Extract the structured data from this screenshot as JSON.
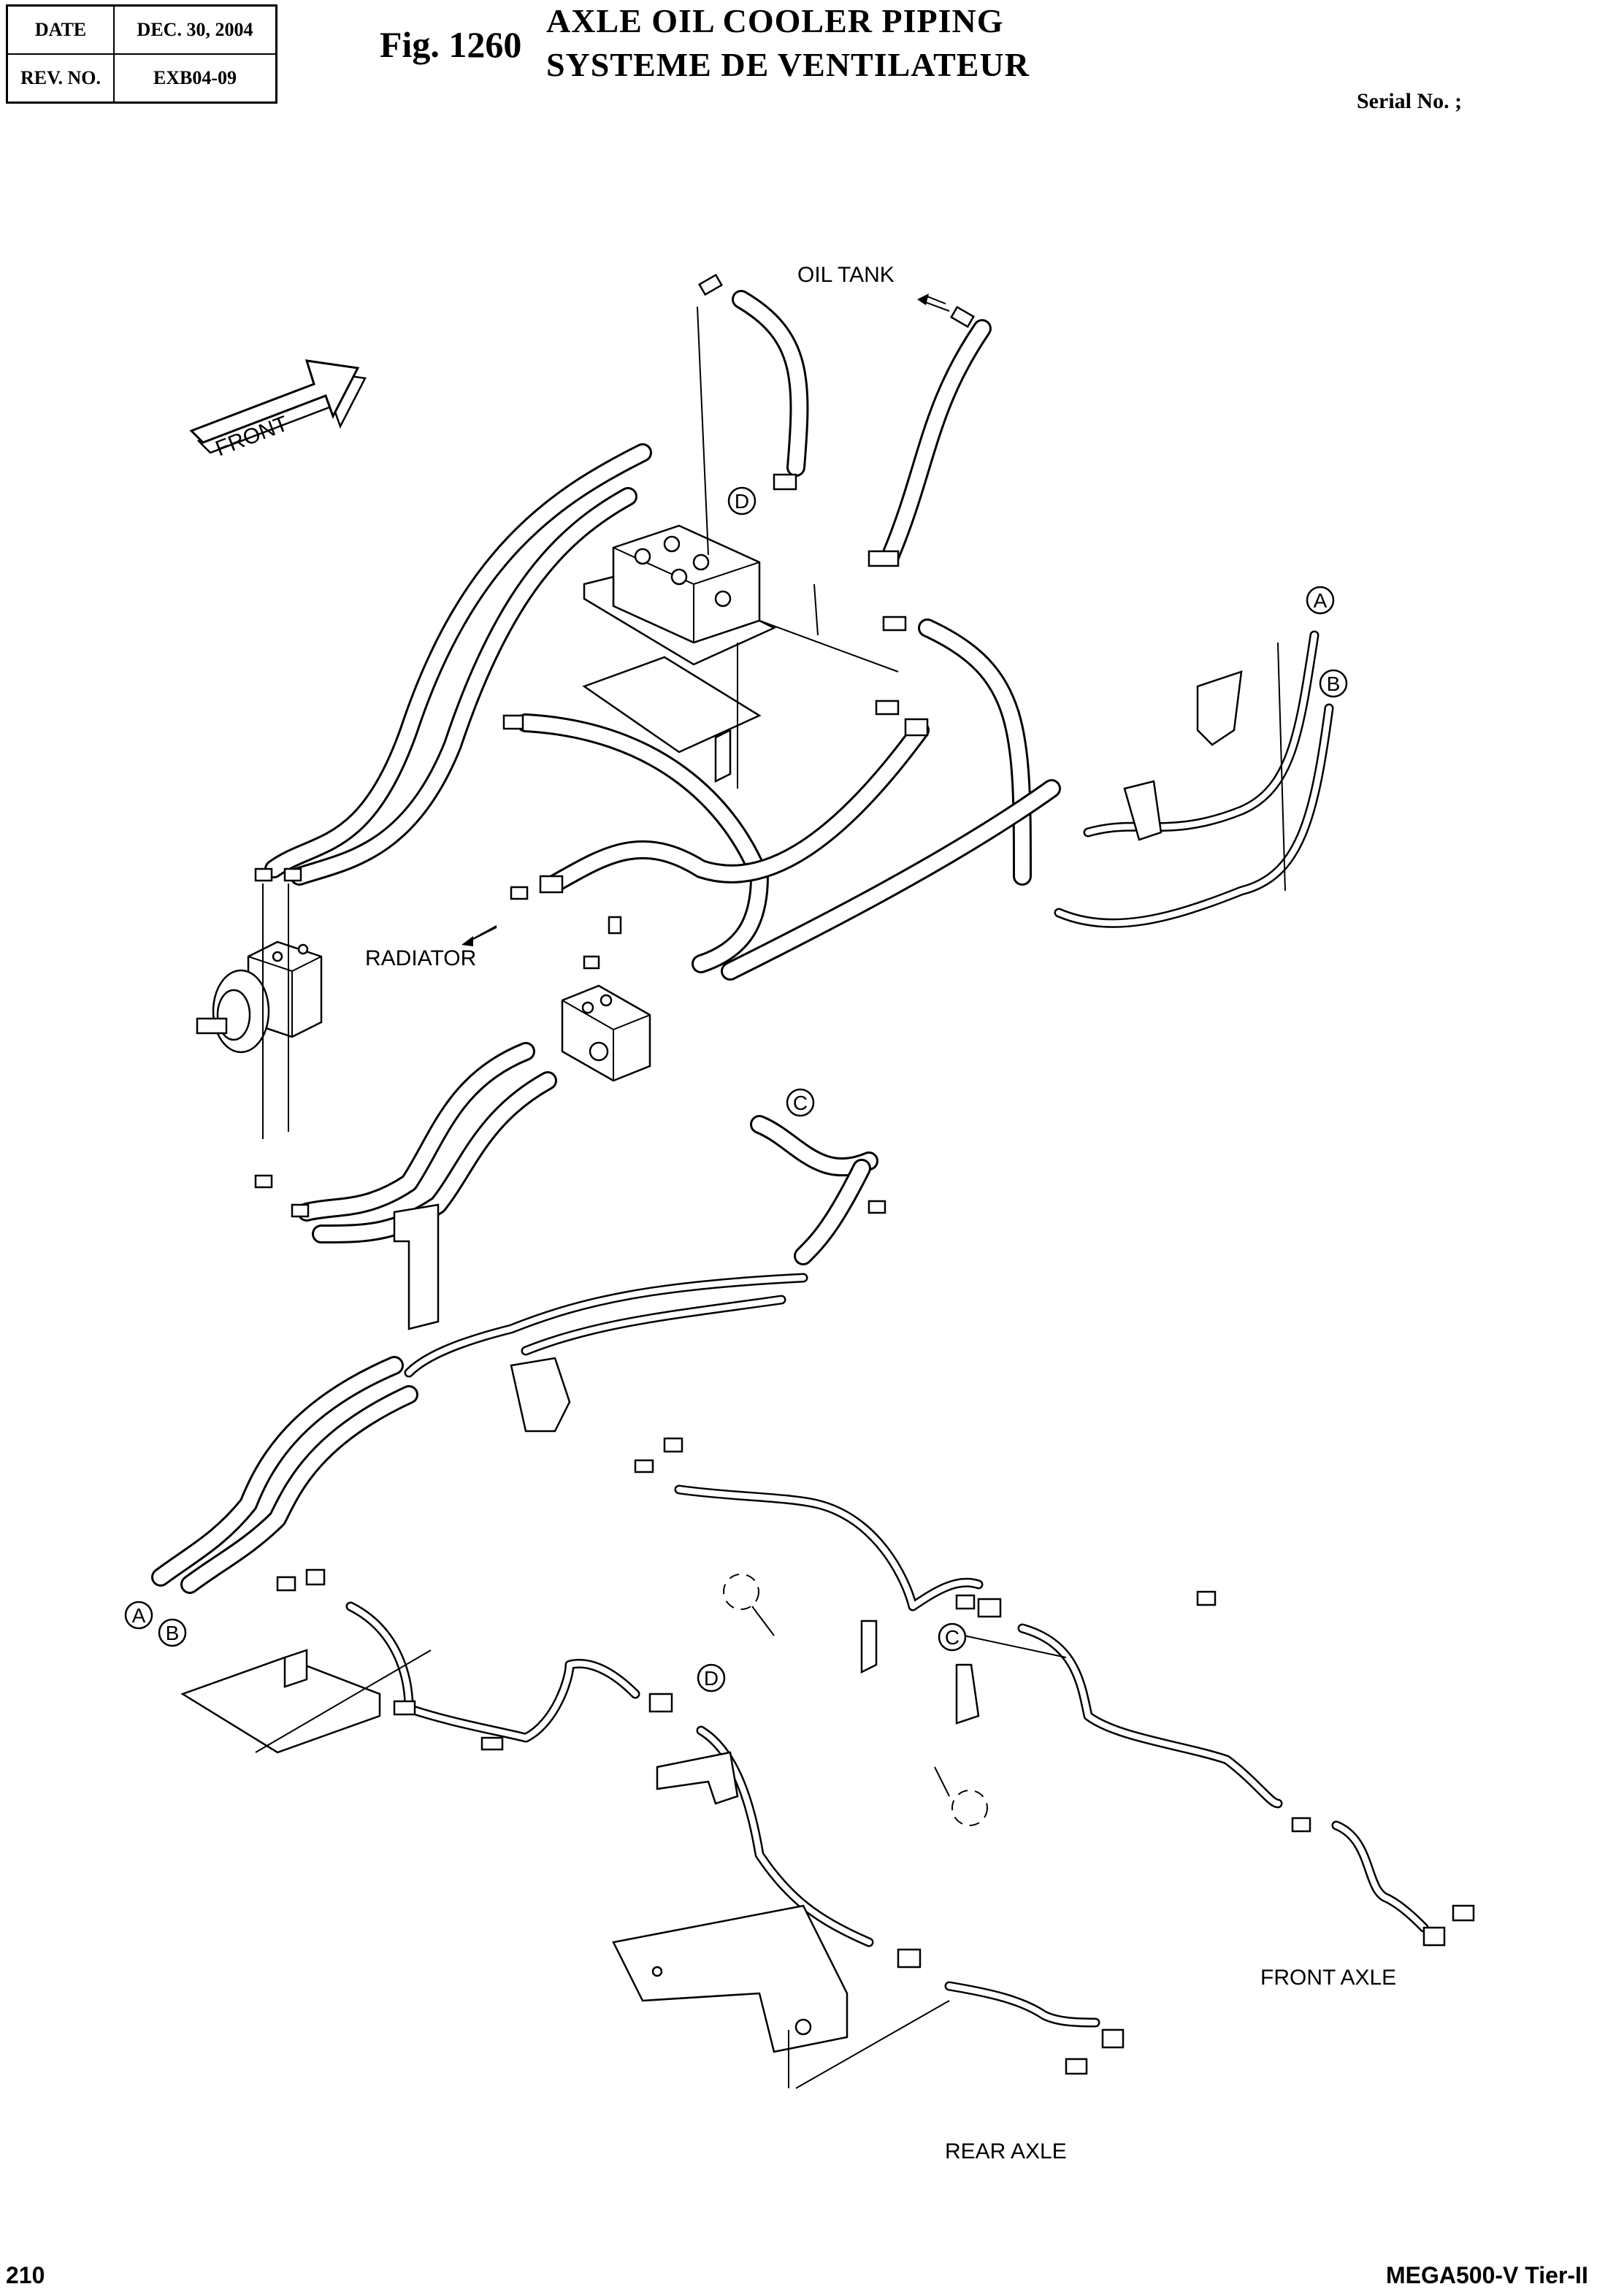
{
  "header": {
    "date_label": "DATE",
    "date_value": "DEC. 30, 2004",
    "rev_label": "REV. NO.",
    "rev_value": "EXB04-09",
    "fig_number": "Fig. 1260",
    "title_line1": "AXLE OIL COOLER PIPING",
    "title_line2": "SYSTEME DE VENTILATEUR",
    "serial": "Serial No. ;"
  },
  "diagram": {
    "front_arrow": "FRONT",
    "labels": {
      "oil_tank": "OIL TANK",
      "radiator": "RADIATOR",
      "front_axle": "FRONT AXLE",
      "rear_axle": "REAR AXLE"
    },
    "connection_markers": {
      "a": "A",
      "b": "B",
      "c": "C",
      "d": "D"
    }
  },
  "footer": {
    "page_number": "210",
    "model": "MEGA500-V Tier-II"
  }
}
